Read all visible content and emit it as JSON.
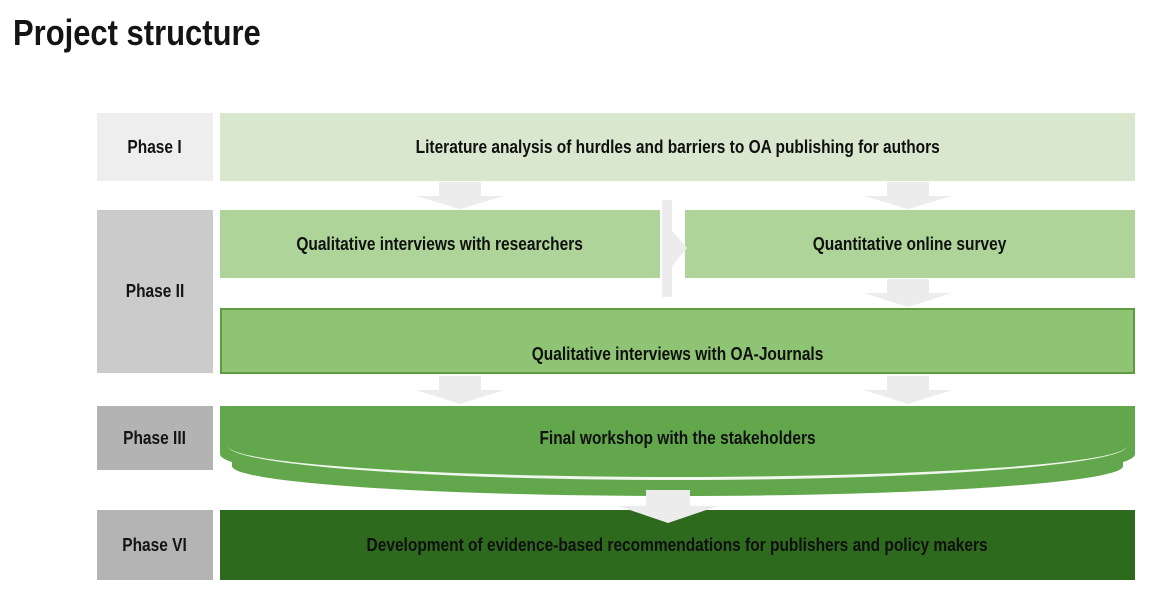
{
  "title": "Project structure",
  "phases": [
    {
      "label": "Phase I"
    },
    {
      "label": "Phase II"
    },
    {
      "label": "Phase III"
    },
    {
      "label": "Phase VI"
    }
  ],
  "bars": {
    "literature": "Literature analysis of hurdles and barriers to OA publishing for authors",
    "qualitative_interviews": "Qualitative interviews with researchers",
    "quantitative_survey": "Quantitative online survey",
    "oa_journal_interviews": "Qualitative interviews with OA-Journals",
    "final_workshop": "Final workshop with the stakeholders",
    "recommendations": "Development of evidence-based recommendations for publishers and policy makers"
  },
  "colors": {
    "phase1_box": "#eeeeee",
    "phase2_box": "#cbcbcb",
    "phase3_box": "#b3b3b3",
    "phase4_box": "#b4b4b4",
    "bar_light_green": "#d8e7ce",
    "bar_mid_green": "#afd49a",
    "bar_green": "#8ec474",
    "bar_green_border": "#5f9c3f",
    "workshop_green": "#63a74d",
    "recommendation_green": "#2d6a1e",
    "arrow_gray": "#ececec"
  }
}
